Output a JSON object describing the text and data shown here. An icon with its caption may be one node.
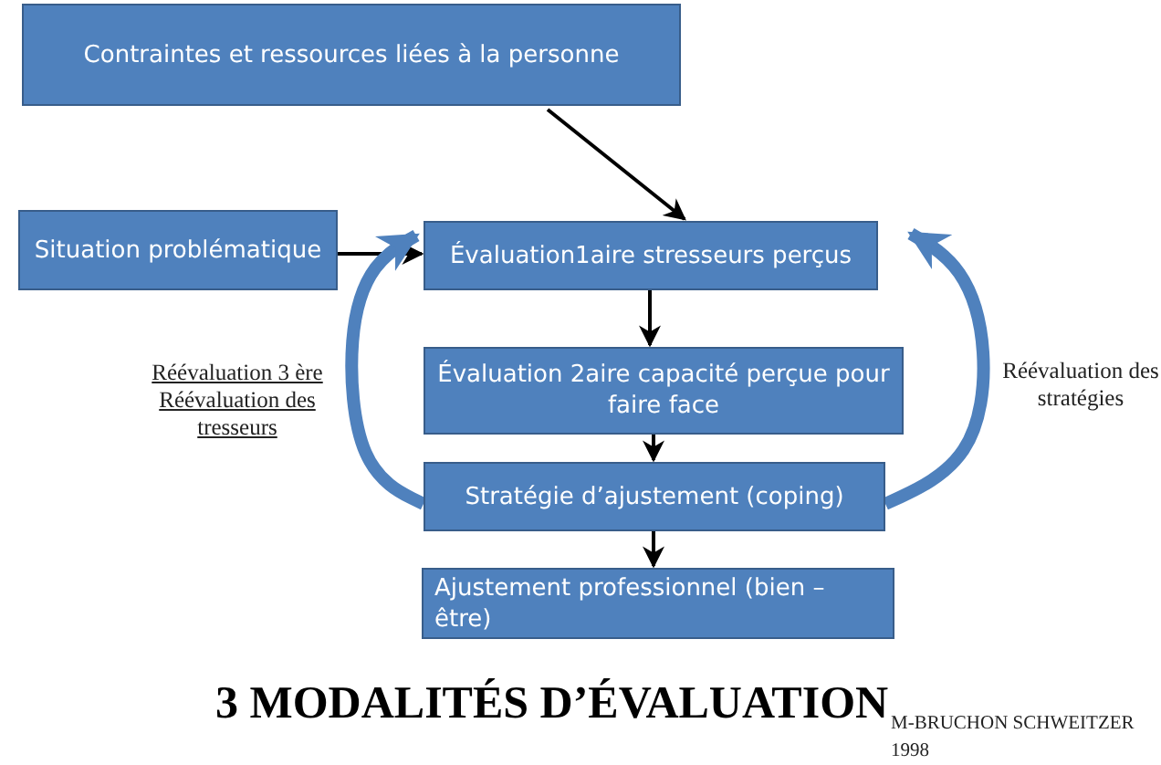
{
  "diagram": {
    "title": "3 MODALITÉS D’ÉVALUATION",
    "nodes": [
      {
        "text": [
          "Contraintes et ressources liées à la personne"
        ]
      },
      {
        "text": [
          "Situation problématique"
        ]
      },
      {
        "text": [
          "Évaluation1aire stresseurs perçus"
        ]
      },
      {
        "text": [
          "Évaluation 2aire capacité perçue pour faire face"
        ]
      },
      {
        "text": [
          "Stratégie d’ajustement (coping)"
        ]
      },
      {
        "text": [
          "Ajustement professionnel (bien – être)"
        ]
      }
    ],
    "edges": [
      {
        "from": 0,
        "to": 2,
        "arrow": "to"
      },
      {
        "from": 1,
        "to": 2,
        "arrow": "to"
      },
      {
        "from": 2,
        "to": 3,
        "arrow": "to"
      },
      {
        "from": 3,
        "to": 4,
        "arrow": "to"
      },
      {
        "from": 4,
        "to": 5,
        "arrow": "to"
      },
      {
        "from": 4,
        "to": 2,
        "arrow": "to",
        "style": "thick",
        "color": "#4f81bd"
      },
      {
        "from": 4,
        "to": 2,
        "arrow": "to",
        "style": "thick",
        "color": "#4f81bd"
      }
    ],
    "labels": [
      "Réévaluation 3 ère Réévaluation des tresseurs",
      "Réévaluation des stratégies",
      "M-BRUCHON SCHWEITZER 1998"
    ]
  }
}
